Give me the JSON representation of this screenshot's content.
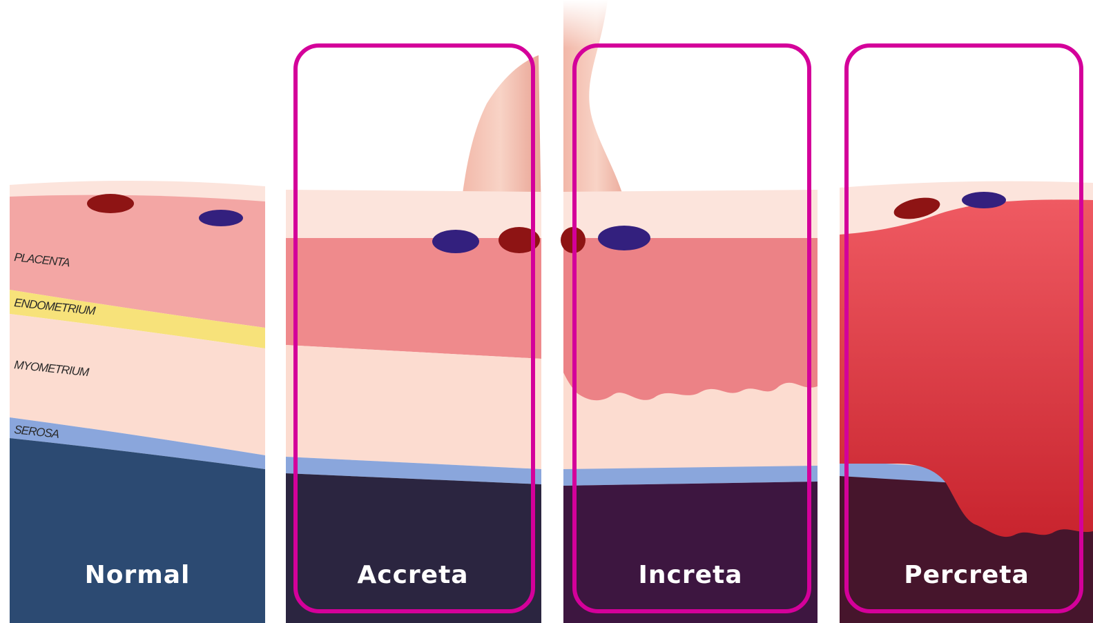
{
  "layer_labels": [
    "PLACENTA",
    "ENDOMETRIUM",
    "MYOMETRIUM",
    "SEROSA"
  ],
  "panels": [
    {
      "label": "Normal",
      "base_color": "#2c4a72"
    },
    {
      "label": "Accreta",
      "base_color": "#2b2540"
    },
    {
      "label": "Increta",
      "base_color": "#3d1640"
    },
    {
      "label": "Percreta",
      "base_color": "#46152c"
    }
  ],
  "colors": {
    "highlight_box": "#d4009a",
    "placenta": "#f3a0a0",
    "placenta_deep": "#e05a60",
    "endometrium": "#f7e27a",
    "myometrium": "#fcdcd0",
    "serosa": "#8aa6dc",
    "artery": "#8e1414",
    "vein": "#33207e"
  }
}
